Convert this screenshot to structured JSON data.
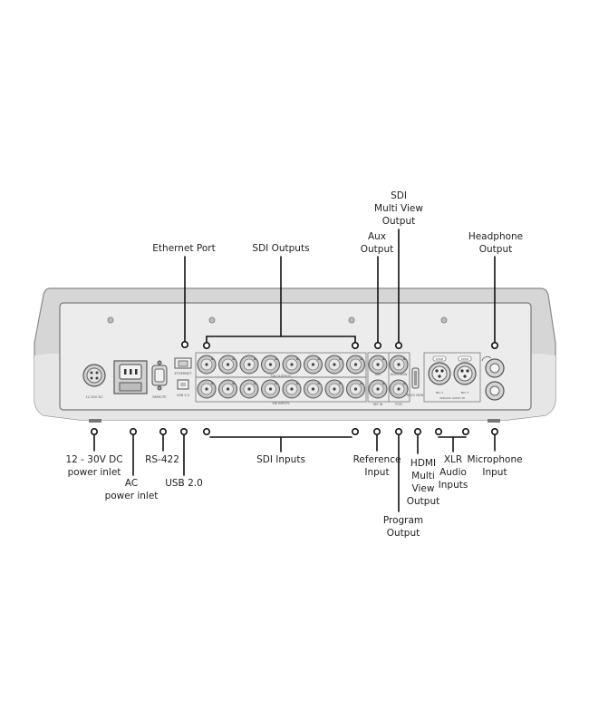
{
  "labels": {
    "ethernet_port": "Ethernet Port",
    "sdi_outputs": "SDI Outputs",
    "aux_output": "Aux\nOutput",
    "sdi_multiview_output": "SDI\nMulti View\nOutput",
    "headphone_output": "Headphone\nOutput",
    "dc_power": "12 - 30V DC\npower inlet",
    "ac_power": "AC\npower inlet",
    "rs422": "RS-422",
    "usb": "USB 2.0",
    "sdi_inputs": "SDI Inputs",
    "reference_input": "Reference\nInput",
    "hdmi_multiview_output": "HDMI\nMulti\nView\nOutput",
    "program_output": "Program\nOutput",
    "xlr_audio_inputs": "XLR\nAudio\nInputs",
    "microphone_input": "Microphone\nInput"
  },
  "panel": {
    "remote": "REMOTE",
    "ethernet": "ETHERNET",
    "usb": "USB 2.0",
    "dc": "12-30V DC",
    "aux": "AUX",
    "multiview": "MULTI VIEW",
    "ref_in": "REF IN",
    "pgm": "PGM",
    "sdi_outputs_strip": "SDI OUTPUTS",
    "sdi_inputs_strip": "SDI INPUTS",
    "mic1": "MIC 1",
    "mic2": "MIC 2",
    "xlr1_tag": "PUSH",
    "xlr2_tag": "PUSH",
    "analog_audio": "ANALOG AUDIO IN"
  }
}
